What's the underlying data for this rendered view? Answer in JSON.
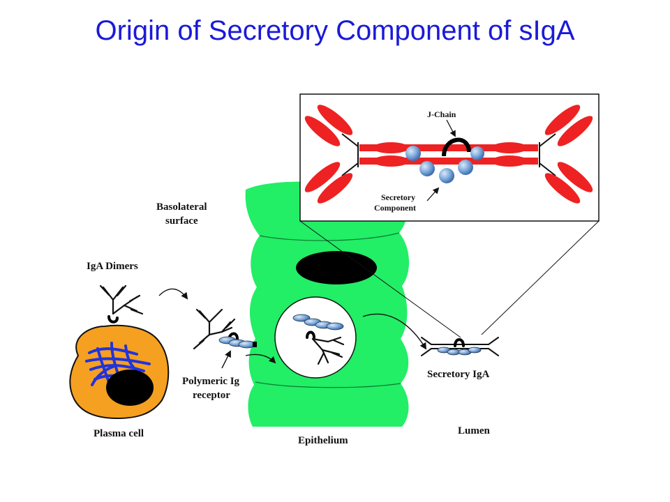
{
  "title": "Origin of Secretory Component of sIgA",
  "labels": {
    "basolateral_line1": "Basolateral",
    "basolateral_line2": "surface",
    "iga_dimers": "IgA Dimers",
    "polymeric_line1": "Polymeric Ig",
    "polymeric_line2": "receptor",
    "plasma_cell": "Plasma cell",
    "epithelium": "Epithelium",
    "secretory_iga": "Secretory IgA",
    "lumen": "Lumen",
    "j_chain": "J-Chain",
    "secretory_line1": "Secretory",
    "secretory_line2": "Component"
  },
  "colors": {
    "title": "#1a1ad8",
    "epithelium": "#22ee66",
    "plasma_cell": "#f5a020",
    "chromatin": "#2233dd",
    "antibody": "#ee2222",
    "secretory_beads": "#7aa6d8"
  }
}
